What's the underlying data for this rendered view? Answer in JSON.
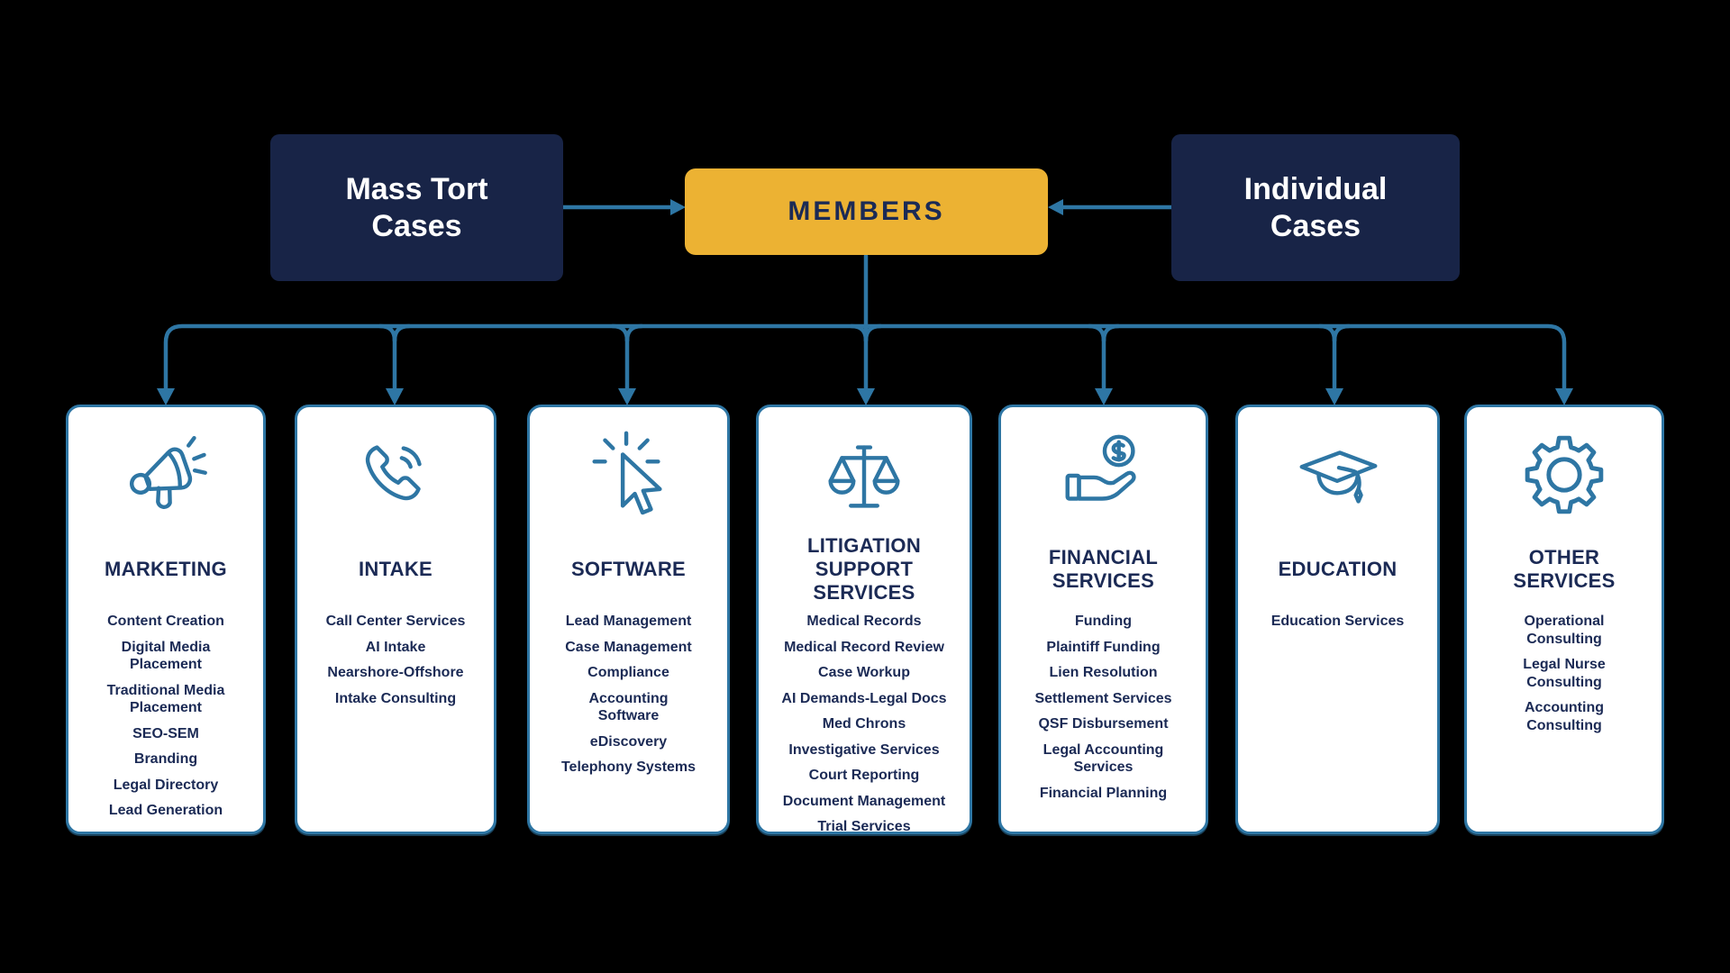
{
  "palette": {
    "navy_box": "#182447",
    "gold": "#ecb233",
    "connector_blue": "#2e76a4",
    "text_navy": "#1b2a55",
    "card_bg": "#ffffff"
  },
  "top": {
    "mass_tort_label": "Mass Tort\nCases",
    "members_label": "MEMBERS",
    "individual_label": "Individual\nCases"
  },
  "categories": [
    {
      "title": "MARKETING",
      "icon": "megaphone-icon",
      "items": [
        "Content Creation",
        "Digital Media\nPlacement",
        "Traditional Media\nPlacement",
        "SEO-SEM",
        "Branding",
        "Legal Directory",
        "Lead Generation"
      ]
    },
    {
      "title": "INTAKE",
      "icon": "phone-icon",
      "items": [
        "Call Center Services",
        "AI Intake",
        "Nearshore-Offshore",
        "Intake Consulting"
      ]
    },
    {
      "title": "SOFTWARE",
      "icon": "cursor-click-icon",
      "items": [
        "Lead Management",
        "Case Management",
        "Compliance",
        "Accounting\nSoftware",
        "eDiscovery",
        "Telephony Systems"
      ]
    },
    {
      "title": "LITIGATION\nSUPPORT\nSERVICES",
      "icon": "scales-icon",
      "items": [
        "Medical Records",
        "Medical Record Review",
        "Case Workup",
        "AI Demands-Legal Docs",
        "Med Chrons",
        "Investigative Services",
        "Court Reporting",
        "Document Management",
        "Trial Services"
      ]
    },
    {
      "title": "FINANCIAL\nSERVICES",
      "icon": "hand-dollar-icon",
      "items": [
        "Funding",
        "Plaintiff Funding",
        "Lien Resolution",
        "Settlement Services",
        "QSF Disbursement",
        "Legal Accounting\nServices",
        "Financial Planning"
      ]
    },
    {
      "title": "EDUCATION",
      "icon": "graduation-cap-icon",
      "items": [
        "Education Services"
      ]
    },
    {
      "title": "OTHER\nSERVICES",
      "icon": "gear-icon",
      "items": [
        "Operational\nConsulting",
        "Legal Nurse\nConsulting",
        "Accounting\nConsulting"
      ]
    }
  ]
}
